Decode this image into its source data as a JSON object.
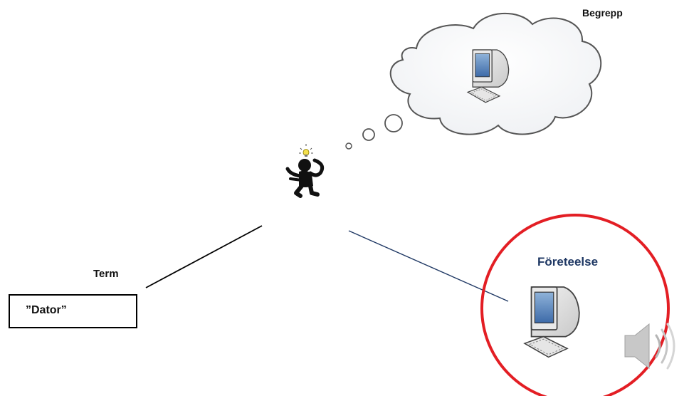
{
  "labels": {
    "concept": "Begrepp",
    "term": "Term",
    "term_value": "”Dator”",
    "phenomenon": "Företeelse"
  },
  "icons": {
    "thinker": "thinking-person-icon",
    "idea": "lightbulb-icon",
    "concept_computer": "computer-icon",
    "phenomenon_computer": "computer-icon",
    "audio": "speaker-icon"
  },
  "colors": {
    "highlight_circle": "#e31e24",
    "phenomenon_label": "#1f3864",
    "connector_to_phenomenon": "#1f3864",
    "connector_to_term": "#000000",
    "cloud_stroke": "#555555"
  }
}
